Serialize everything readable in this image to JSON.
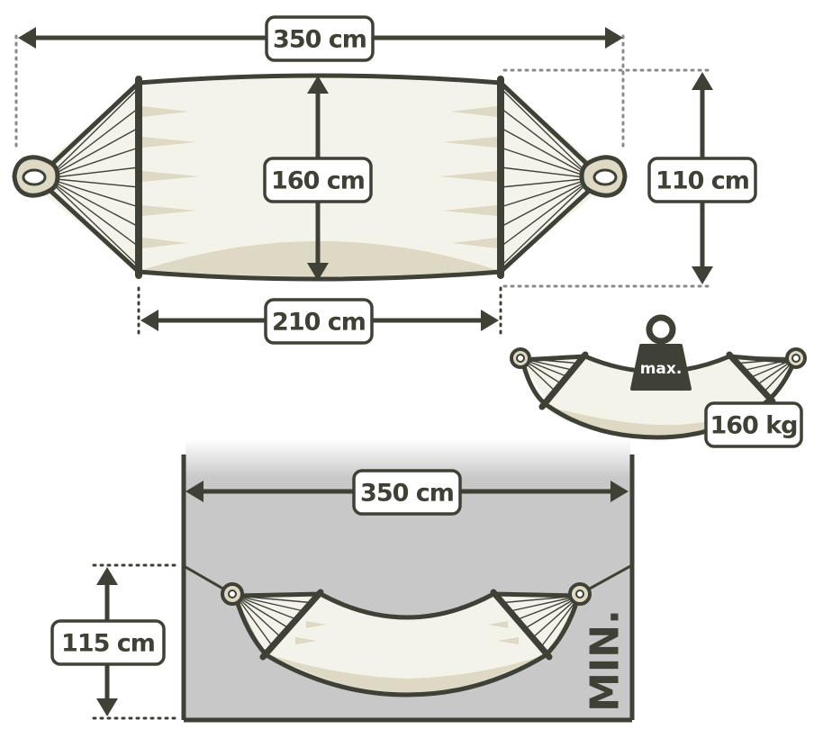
{
  "labels": {
    "total_length_top": "350 cm",
    "width": "160 cm",
    "bed_length": "210 cm",
    "height_right": "110 cm",
    "max_weight": "160 kg",
    "weight_tag": "max.",
    "span_bottom": "350 cm",
    "min_height": "115 cm",
    "min_tag": "MIN."
  },
  "colors": {
    "outline": "#3f4136",
    "fabric": "#f4f3ea",
    "fabric_shade": "#ddd9c4",
    "wall": "#c8c8c8"
  }
}
